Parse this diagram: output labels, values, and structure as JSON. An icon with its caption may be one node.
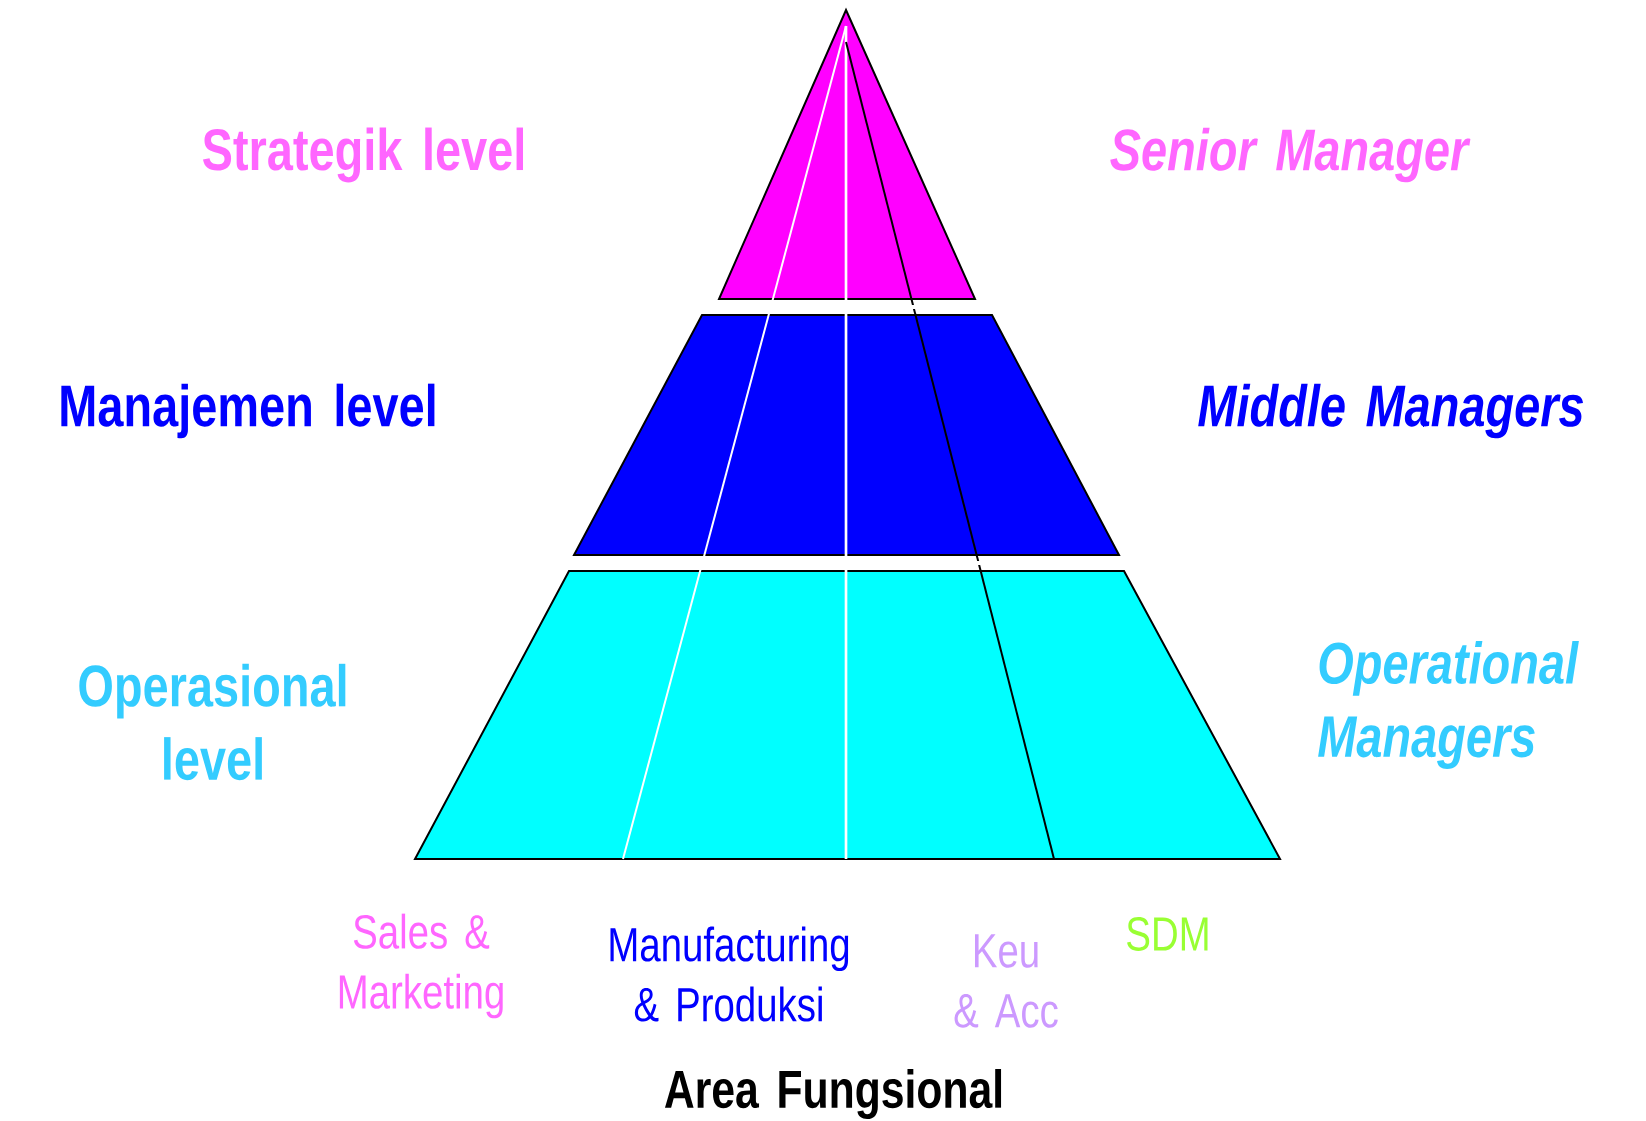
{
  "diagram": {
    "labels": [
      "Strategik level",
      "Senior Manager",
      "Manajemen level",
      "Middle Managers",
      "Operasional level",
      "Operational Managers",
      "Sales & Marketing",
      "Manufacturing & Produksi",
      "Keu & Acc",
      "SDM",
      "Area Fungsional"
    ]
  }
}
